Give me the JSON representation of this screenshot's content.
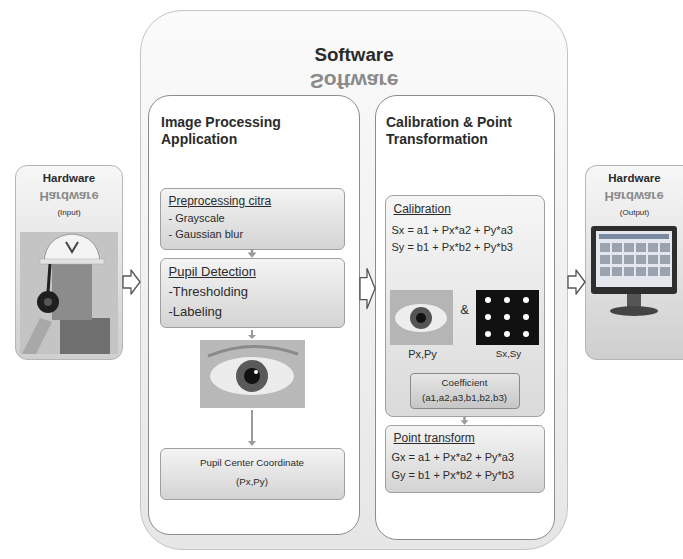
{
  "diagram": {
    "nodes": [
      {
        "text": [
          "Hardware",
          "(Input)"
        ]
      },
      {
        "text": [
          "Software"
        ]
      },
      {
        "text": [
          "Image Processing Application"
        ],
        "in": 1
      },
      {
        "text": [
          "Preprocessing citra",
          "- Grayscale",
          "- Gaussian blur"
        ],
        "in": 2
      },
      {
        "text": [
          "Pupil Detection",
          "-Thresholding",
          "-Labeling"
        ],
        "in": 2
      },
      {
        "text": [
          "Pupil Center Coordinate",
          "(Px,Py)"
        ],
        "in": 2
      },
      {
        "text": [
          "Calibration & Point Transformation"
        ],
        "in": 1
      },
      {
        "text": [
          "Calibration",
          "Sx = a1 + Px*a2 + Py*a3",
          "Sy = b1 + Px*b2 + Py*b3",
          "&",
          "Px,Py",
          "Sx,Sy"
        ],
        "in": 6
      },
      {
        "text": [
          "Coefficient",
          "(a1,a2,a3,b1,b2,b3)"
        ],
        "in": 7
      },
      {
        "text": [
          "Point transform",
          "Gx = a1 + Px*a2 + Py*a3",
          "Gy = b1 + Px*b2 + Py*b3"
        ],
        "in": 6
      },
      {
        "text": [
          "Hardware",
          "(Output)"
        ]
      }
    ],
    "edges": [
      {
        "from": 0,
        "to": 1,
        "arrow": "to"
      },
      {
        "from": 3,
        "to": 4,
        "arrow": "to"
      },
      {
        "from": 2,
        "to": 6,
        "arrow": "to"
      },
      {
        "from": 7,
        "to": 9,
        "arrow": "to"
      },
      {
        "from": 1,
        "to": 10,
        "arrow": "to"
      }
    ],
    "labels": [
      "Software",
      "Hardware",
      "Hardware"
    ]
  }
}
